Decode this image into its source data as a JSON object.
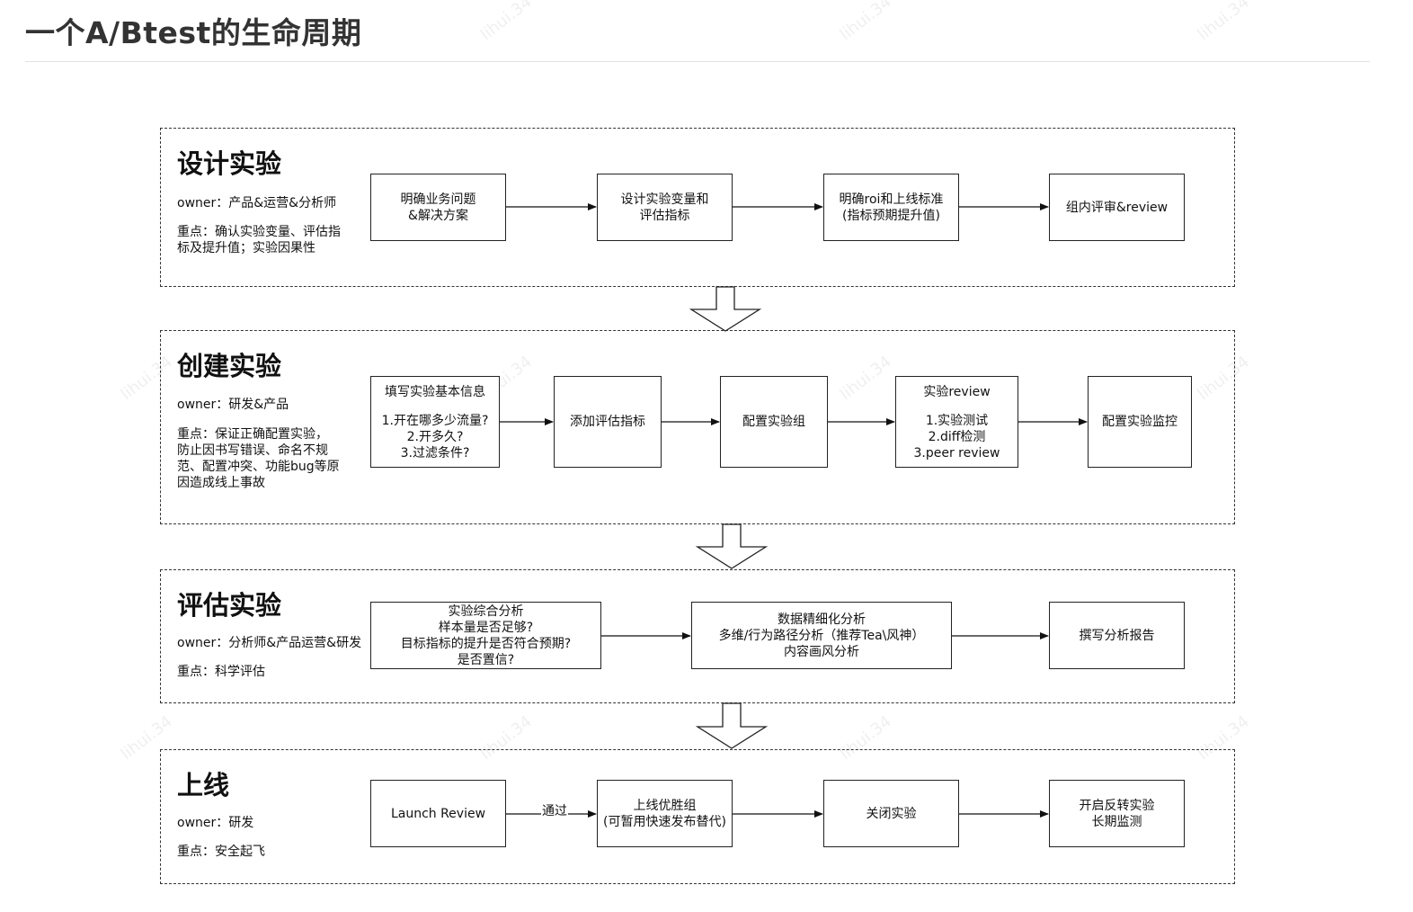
{
  "page_title": "一个A/Btest的生命周期",
  "watermark": "lihui.34",
  "stages": {
    "design": {
      "title": "设计实验",
      "owner": "owner：产品&运营&分析师",
      "focus": "重点：确认实验变量、评估指\n标及提升值；实验因果性",
      "boxes": [
        "明确业务问题\n&解决方案",
        "设计实验变量和\n评估指标",
        "明确roi和上线标准\n(指标预期提升值)",
        "组内评审&review"
      ]
    },
    "create": {
      "title": "创建实验",
      "owner": "owner：研发&产品",
      "focus": "重点：保证正确配置实验，\n防止因书写错误、命名不规\n范、配置冲突、功能bug等原\n因造成线上事故",
      "box1_title": "填写实验基本信息",
      "box1_body": "1.开在哪多少流量?\n2.开多久?\n3.过滤条件?",
      "box2": "添加评估指标",
      "box3": "配置实验组",
      "box4_title": "实验review",
      "box4_body": "1.实验测试\n2.diff检测\n3.peer review",
      "box5": "配置实验监控"
    },
    "evaluate": {
      "title": "评估实验",
      "owner": "owner：分析师&产品运营&研发",
      "focus": "重点：科学评估",
      "boxes": [
        "实验综合分析\n样本量是否足够?\n目标指标的提升是否符合预期?\n是否置信?",
        "数据精细化分析\n多维/行为路径分析（推荐Tea\\风神）\n内容画风分析",
        "撰写分析报告"
      ]
    },
    "launch": {
      "title": "上线",
      "owner": "owner：研发",
      "focus": "重点：安全起飞",
      "boxes": [
        "Launch Review",
        "上线优胜组\n(可暂用快速发布替代)",
        "关闭实验",
        "开启反转实验\n长期监测"
      ],
      "edge_label": "通过"
    }
  }
}
